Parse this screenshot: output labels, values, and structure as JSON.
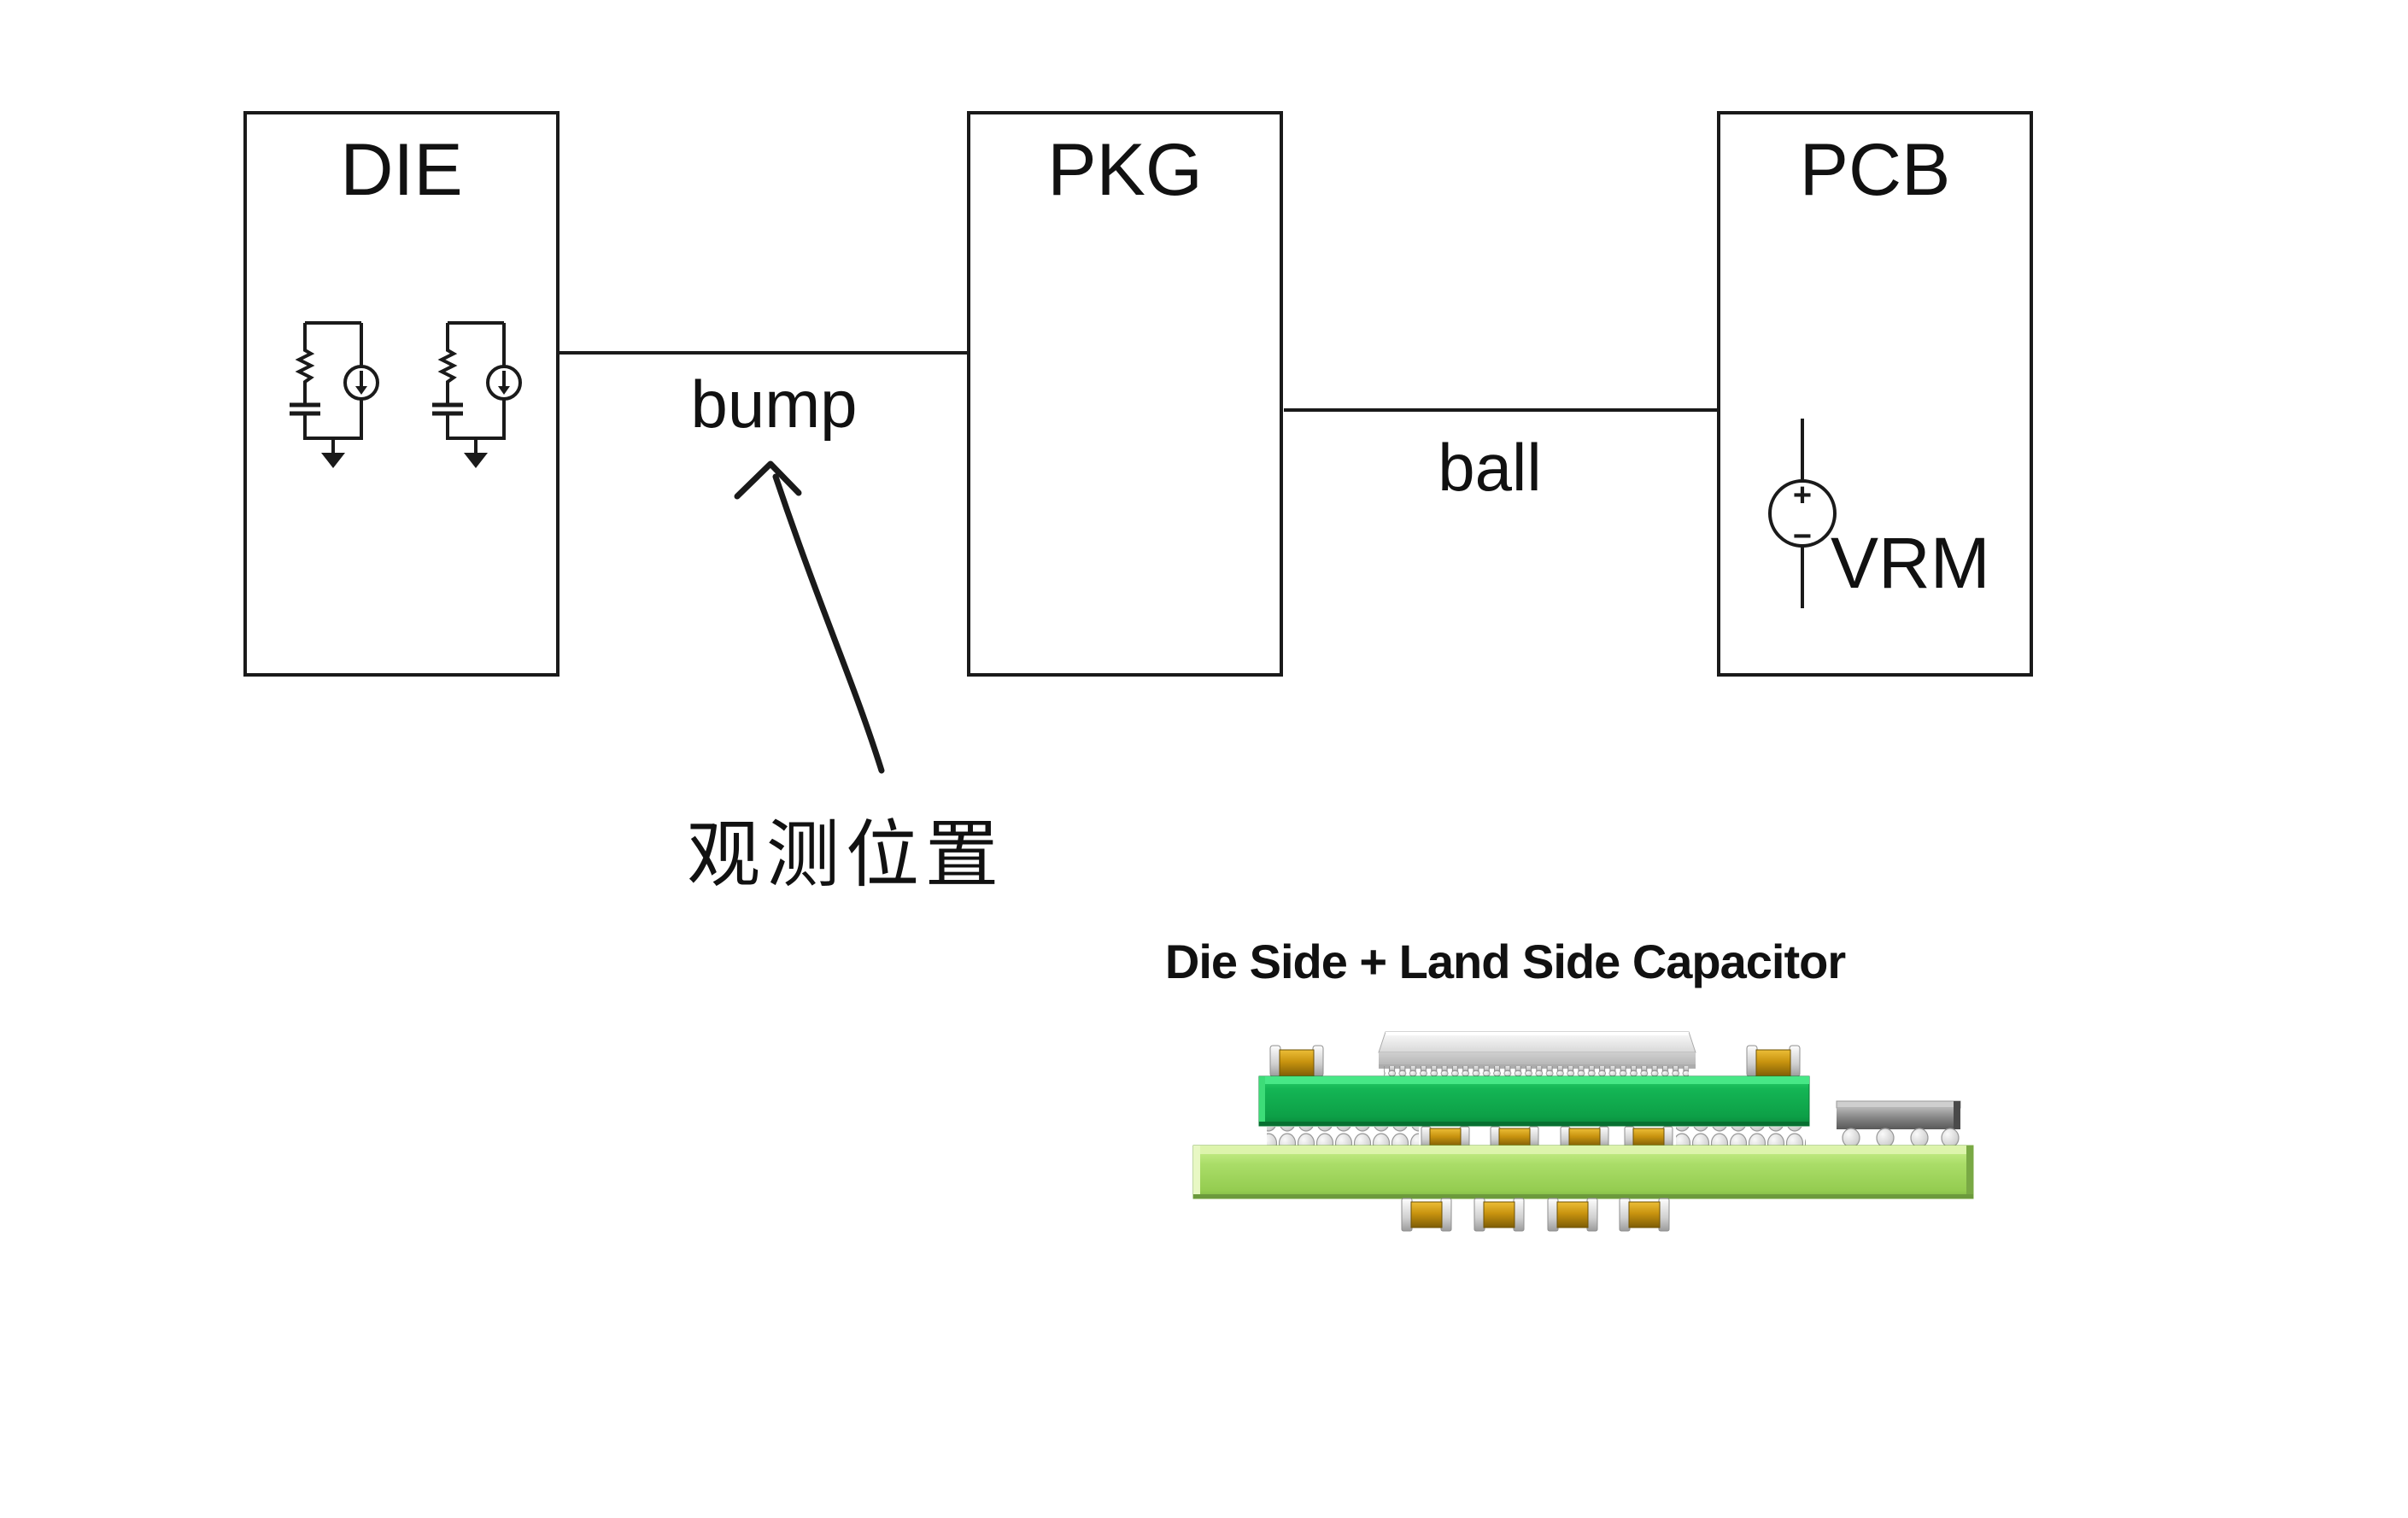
{
  "colors": {
    "line": "#1a1a1a",
    "substrate_green": "#12b254",
    "pcb_green": "#9ed45b",
    "capacitor_gold": "#c8930f",
    "solder_silver": "#d9d9d9",
    "die_grey": "#d3d3d3",
    "chip_grey": "#7c7c7c"
  },
  "block_diagram": {
    "boxes": {
      "die": {
        "label": "DIE"
      },
      "pkg": {
        "label": "PKG"
      },
      "pcb": {
        "label": "PCB"
      }
    },
    "connections": {
      "bump": {
        "label": "bump"
      },
      "ball": {
        "label": "ball"
      }
    },
    "vrm": {
      "label": "VRM",
      "plus": "+",
      "minus": "−"
    }
  },
  "annotation": {
    "label": "观测位置"
  },
  "illustration": {
    "title": "Die Side + Land Side Capacitor",
    "parts": [
      "silicon-die",
      "micro-bump-row",
      "die-side-capacitor-left",
      "die-side-capacitor-right",
      "package-substrate",
      "solder-ball-row",
      "land-side-capacitors",
      "discrete-chip",
      "pcb-board",
      "bottom-side-capacitors"
    ]
  }
}
